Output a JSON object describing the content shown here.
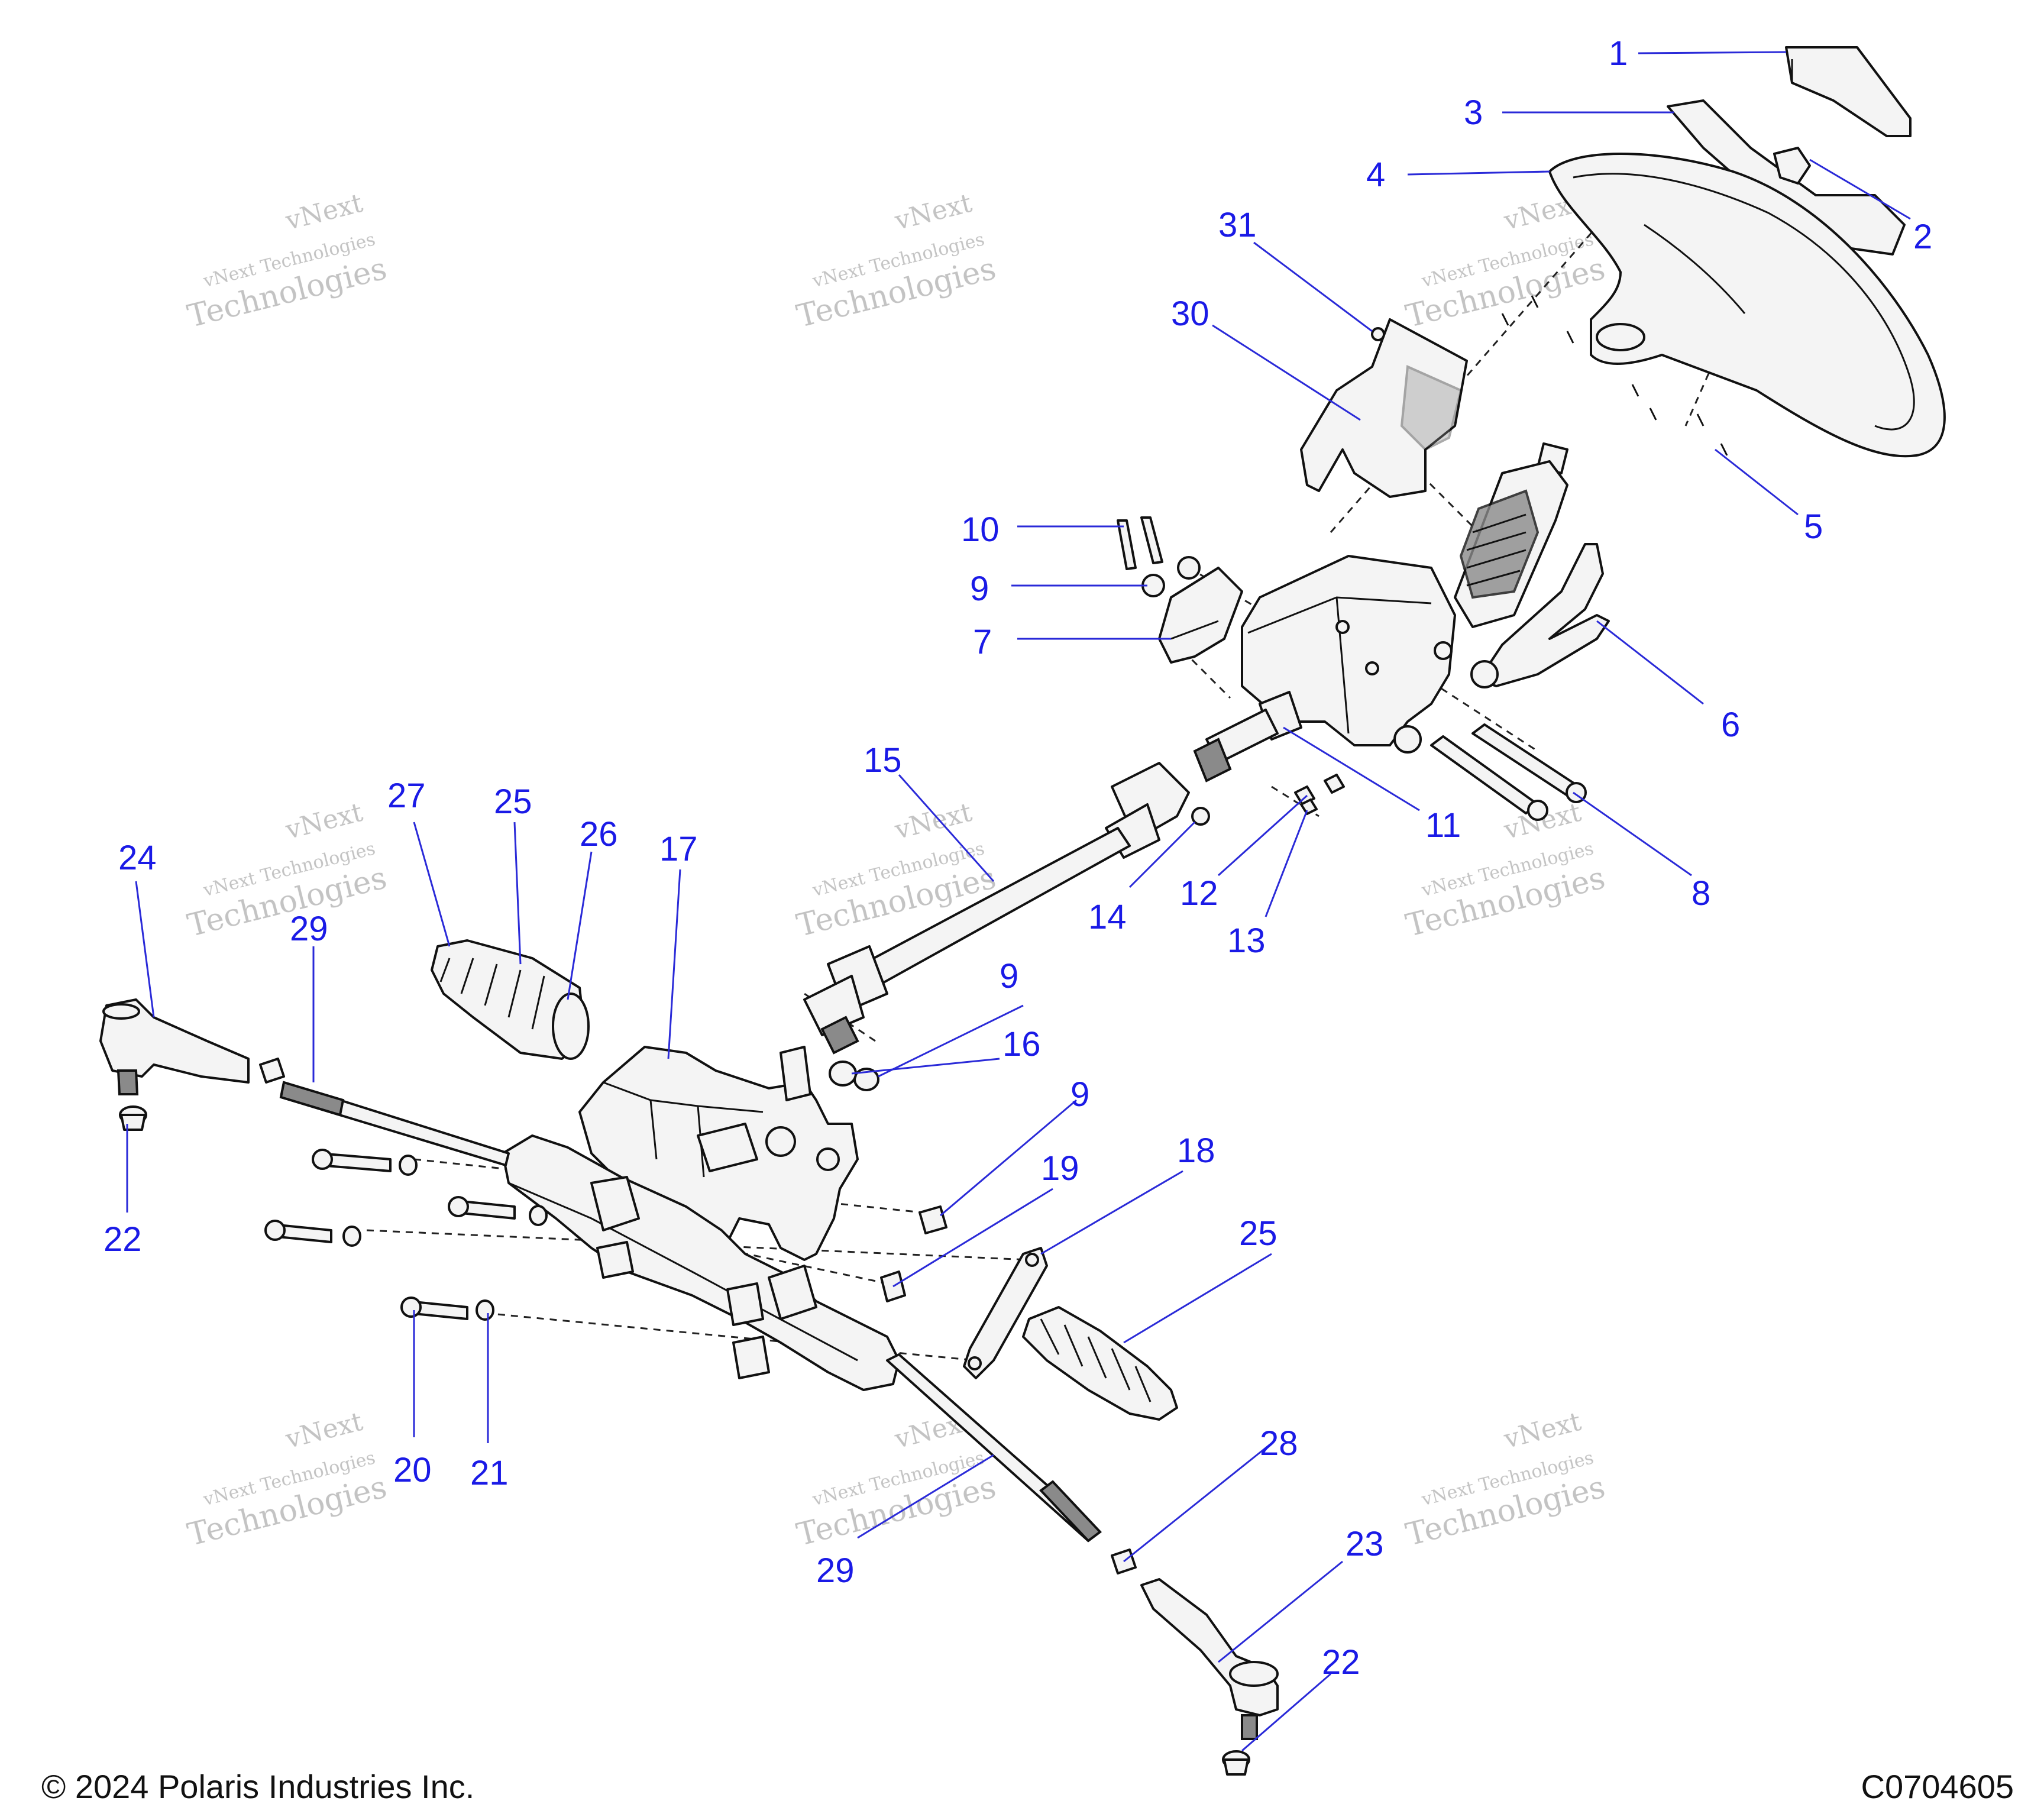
{
  "footer": {
    "copyright": "© 2024 Polaris Industries Inc.",
    "drawing_number": "C0704605"
  },
  "watermark": {
    "line1": "vNext Technologies",
    "line2": "vNext",
    "line3": "Technologies"
  },
  "callouts": {
    "c1": "1",
    "c2": "2",
    "c3": "3",
    "c4": "4",
    "c5": "5",
    "c6": "6",
    "c7": "7",
    "c8": "8",
    "c9a": "9",
    "c9b": "9",
    "c9c": "9",
    "c10": "10",
    "c11": "11",
    "c12": "12",
    "c13": "13",
    "c14": "14",
    "c15": "15",
    "c16": "16",
    "c17": "17",
    "c18": "18",
    "c19": "19",
    "c20": "20",
    "c21": "21",
    "c22a": "22",
    "c22b": "22",
    "c23": "23",
    "c24": "24",
    "c25a": "25",
    "c25b": "25",
    "c26": "26",
    "c27": "27",
    "c28": "28",
    "c29a": "29",
    "c29b": "29",
    "c30": "30",
    "c31": "31"
  },
  "colors": {
    "callout": "#1a1ae6",
    "line": "#111111",
    "watermark": "#bdbdbd"
  }
}
